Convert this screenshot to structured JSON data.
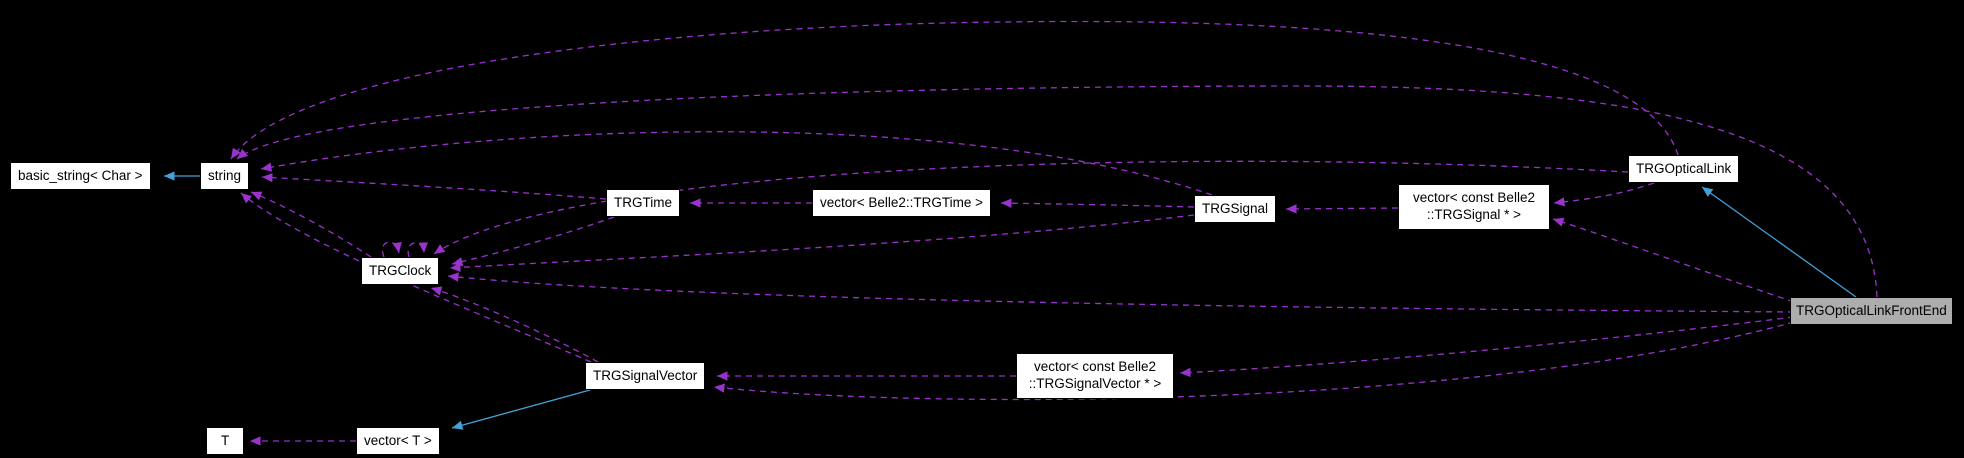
{
  "diagram": {
    "type": "collaboration-graph",
    "background_color": "#000000",
    "node_fill": "#ffffff",
    "highlight_node_fill": "#adadad",
    "edge_colors": {
      "uses": "#9a32cd",
      "inherits": "#42a2da"
    },
    "nodes": {
      "basic_string": {
        "label": "basic_string< Char >"
      },
      "string": {
        "label": "string"
      },
      "trgtime": {
        "label": "TRGTime"
      },
      "vector_trgtime": {
        "label": "vector< Belle2::TRGTime >"
      },
      "trgsignal": {
        "label": "TRGSignal"
      },
      "vector_trgsignal_ptr": {
        "label": "vector< const Belle2 ::TRGSignal * >"
      },
      "trgopticallink": {
        "label": "TRGOpticalLink"
      },
      "trgopticallinkfrontend": {
        "label": "TRGOpticalLinkFrontEnd"
      },
      "trgclock": {
        "label": "TRGClock"
      },
      "trgsignalvector": {
        "label": "TRGSignalVector"
      },
      "vector_trgsignalvector_ptr": {
        "label": "vector< const Belle2 ::TRGSignalVector * >"
      },
      "t": {
        "label": "T"
      },
      "vector_t": {
        "label": "vector< T >"
      }
    },
    "edges": [
      {
        "from": "string",
        "to": "basic_string",
        "type": "inherits"
      },
      {
        "from": "trgopticallinkfrontend",
        "to": "trgopticallink",
        "type": "inherits"
      },
      {
        "from": "trgsignalvector",
        "to": "vector_t",
        "type": "inherits"
      },
      {
        "from": "trgtime",
        "to": "string",
        "type": "uses"
      },
      {
        "from": "trgclock",
        "to": "string",
        "type": "uses"
      },
      {
        "from": "trgsignalvector",
        "to": "string",
        "type": "uses"
      },
      {
        "from": "trgsignal",
        "to": "string",
        "type": "uses"
      },
      {
        "from": "trgopticallink",
        "to": "string",
        "type": "uses"
      },
      {
        "from": "trgopticallinkfrontend",
        "to": "string",
        "type": "uses"
      },
      {
        "from": "trgtime",
        "to": "trgclock",
        "type": "uses"
      },
      {
        "from": "trgsignal",
        "to": "trgclock",
        "type": "uses"
      },
      {
        "from": "trgsignalvector",
        "to": "trgclock",
        "type": "uses"
      },
      {
        "from": "trgopticallink",
        "to": "trgclock",
        "type": "uses"
      },
      {
        "from": "trgopticallinkfrontend",
        "to": "trgclock",
        "type": "uses"
      },
      {
        "from": "trgclock",
        "to": "trgclock",
        "type": "uses"
      },
      {
        "from": "vector_trgtime",
        "to": "trgtime",
        "type": "uses"
      },
      {
        "from": "trgsignal",
        "to": "vector_trgtime",
        "type": "uses"
      },
      {
        "from": "vector_trgsignal_ptr",
        "to": "trgsignal",
        "type": "uses"
      },
      {
        "from": "trgopticallink",
        "to": "vector_trgsignal_ptr",
        "type": "uses"
      },
      {
        "from": "trgopticallinkfrontend",
        "to": "vector_trgsignal_ptr",
        "type": "uses"
      },
      {
        "from": "vector_trgsignalvector_ptr",
        "to": "trgsignalvector",
        "type": "uses"
      },
      {
        "from": "trgopticallinkfrontend",
        "to": "trgsignalvector",
        "type": "uses"
      },
      {
        "from": "trgopticallinkfrontend",
        "to": "vector_trgsignalvector_ptr",
        "type": "uses"
      },
      {
        "from": "vector_t",
        "to": "t",
        "type": "uses"
      }
    ]
  }
}
